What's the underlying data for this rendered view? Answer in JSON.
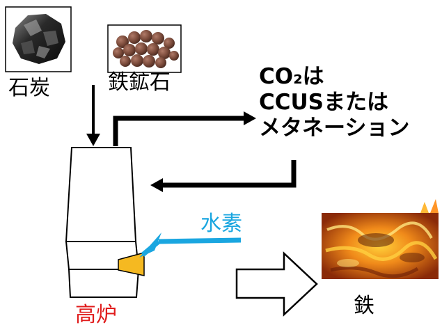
{
  "labels": {
    "coal": "石炭",
    "iron_ore": "鉄鉱石",
    "co2_line1": "CO₂は",
    "co2_line2": "CCUSまたは",
    "co2_line3": "メタネーション",
    "hydrogen": "水素",
    "blast_furnace": "高炉",
    "iron": "鉄"
  },
  "colors": {
    "hydrogen": "#1aa6e0",
    "blast_furnace": "#e01b1b",
    "tuyere": "#f5b921",
    "arrow": "#000000"
  },
  "icons": {
    "coal": "coal-lump-icon",
    "iron_ore": "iron-ore-pellets-icon",
    "molten_iron": "molten-iron-icon"
  }
}
